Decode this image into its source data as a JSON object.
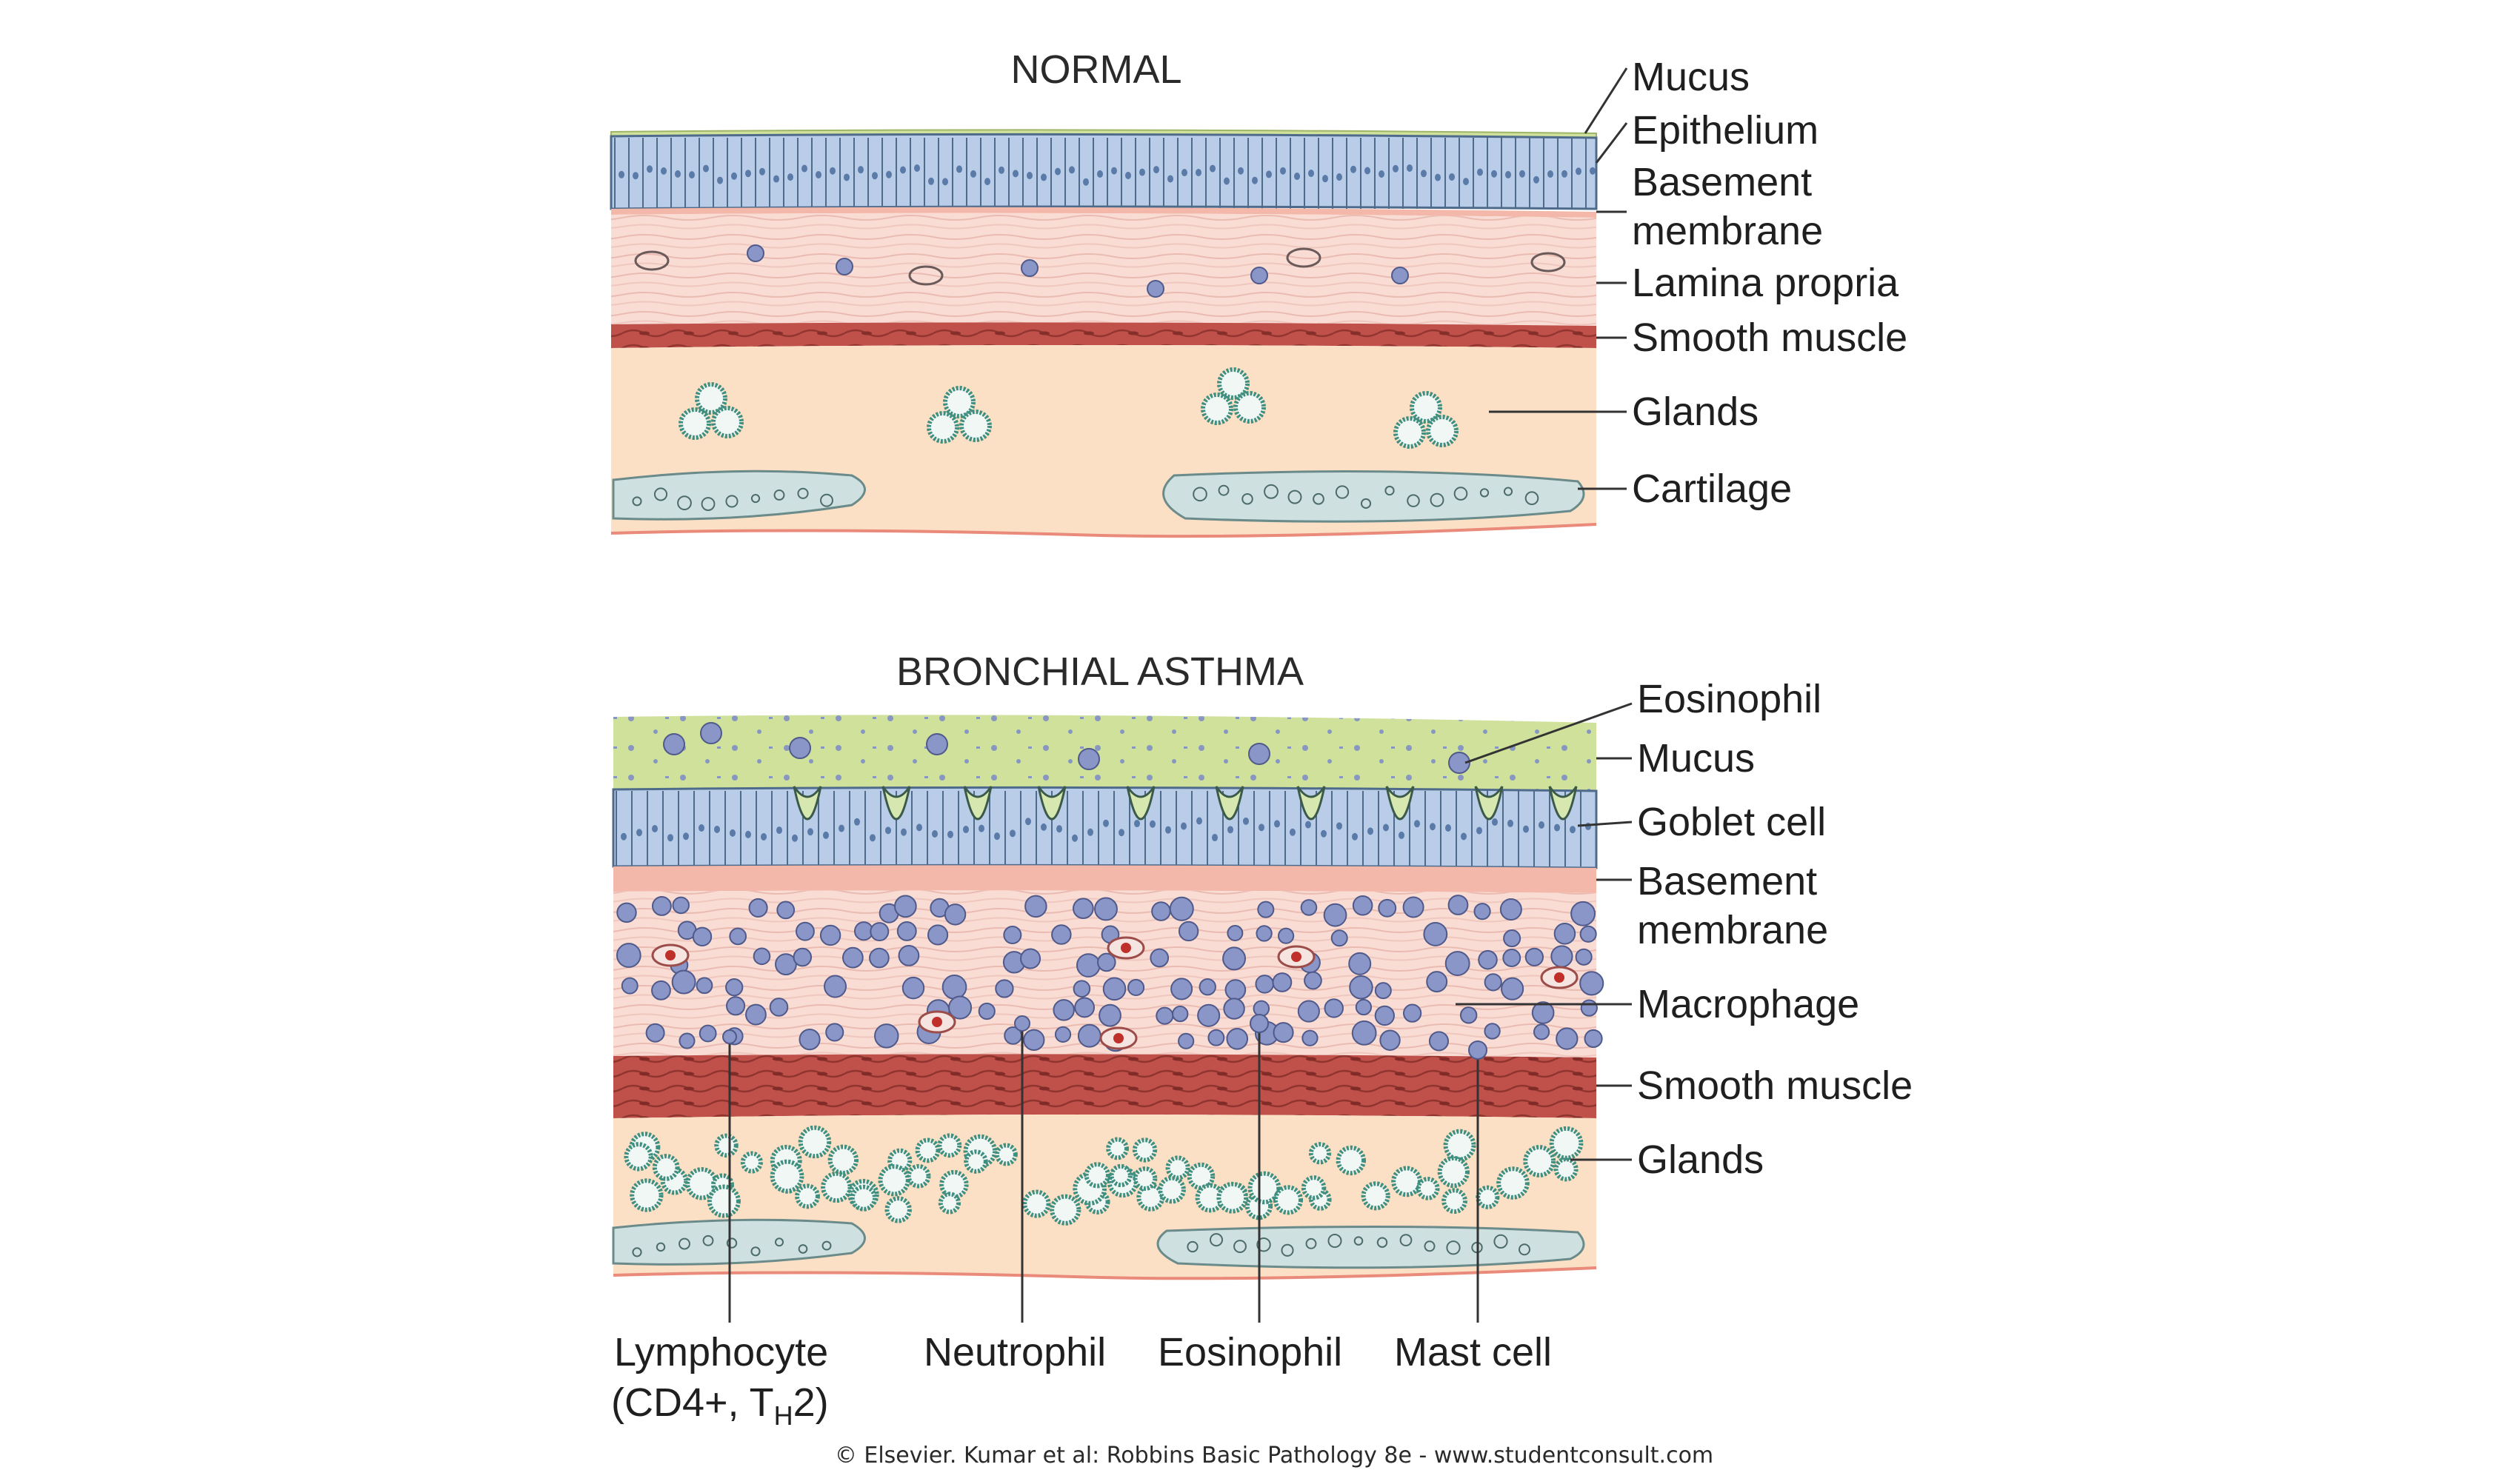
{
  "normal": {
    "title": "NORMAL",
    "labels": {
      "mucus": "Mucus",
      "epithelium": "Epithelium",
      "basement_1": "Basement",
      "basement_2": "membrane",
      "lamina_propria": "Lamina propria",
      "smooth_muscle": "Smooth muscle",
      "glands": "Glands",
      "cartilage": "Cartilage"
    }
  },
  "asthma": {
    "title": "BRONCHIAL ASTHMA",
    "labels": {
      "eosinophil": "Eosinophil",
      "mucus": "Mucus",
      "goblet_cell": "Goblet cell",
      "basement_1": "Basement",
      "basement_2": "membrane",
      "macrophage": "Macrophage",
      "smooth_muscle": "Smooth muscle",
      "glands": "Glands"
    },
    "bottom_labels": {
      "lymphocyte_1": "Lymphocyte",
      "lymphocyte_2a": "(CD4+, T",
      "lymphocyte_2sub": "H",
      "lymphocyte_2b": "2)",
      "neutrophil": "Neutrophil",
      "eosinophil": "Eosinophil",
      "mast_cell": "Mast cell"
    }
  },
  "caption": "© Elsevier. Kumar et al: Robbins Basic Pathology 8e - www.studentconsult.com",
  "colors": {
    "mucus": "#cfe19a",
    "epithelium": "#b9cde8",
    "basement": "#f4b8aa",
    "lamina": "#f9dcd4",
    "muscle": "#c0504a",
    "submucosa": "#fbe0c6",
    "gland": "#3f8f80",
    "cartilage": "#cfe0e0",
    "inflammatory": "#7f8fc6"
  }
}
